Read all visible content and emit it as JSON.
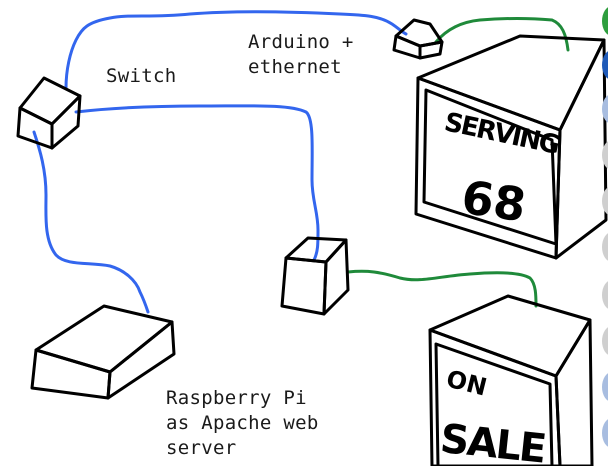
{
  "labels": {
    "switch": "Switch",
    "arduino_line1": "Arduino +",
    "arduino_line2": "ethernet",
    "pi_line1": "Raspberry Pi",
    "pi_line2": "as Apache web",
    "pi_line3": "server"
  },
  "monitor_top": {
    "line1": "SERVING",
    "line2": "68"
  },
  "monitor_bottom": {
    "line1": "ON",
    "line2": "SALE"
  },
  "colors": {
    "ethernet_cable": "#3366ee",
    "signal_cable": "#1f8a3a",
    "ink": "#000000"
  }
}
